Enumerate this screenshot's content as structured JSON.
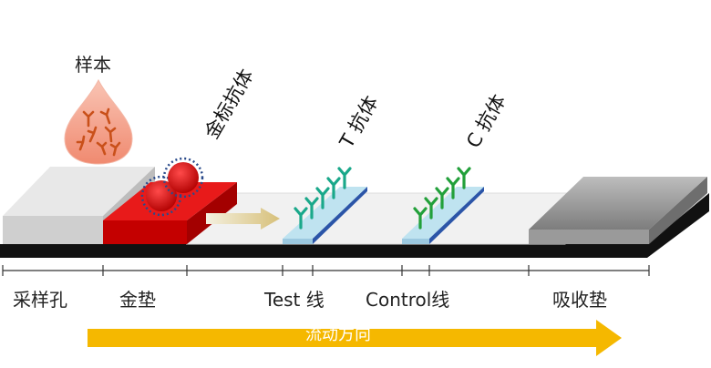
{
  "sample_label": "样本",
  "antibody_labels": {
    "gold": "金标抗体",
    "t_line": "T 抗体",
    "c_line": "C 抗体"
  },
  "strip_labels": {
    "sample_hole": "采样孔",
    "gold_pad": "金垫",
    "test_line": "Test 线",
    "control_line": "Control线",
    "absorbent_pad": "吸收垫"
  },
  "flow_direction": "流动方向",
  "colors": {
    "gold_pad": "#e01010",
    "flow_arrow": "#f5b800",
    "t_antibody": "#1aa88a",
    "c_antibody": "#22a03a",
    "line_strip": "#2b55a8",
    "sample_drop": "#f4a089"
  }
}
